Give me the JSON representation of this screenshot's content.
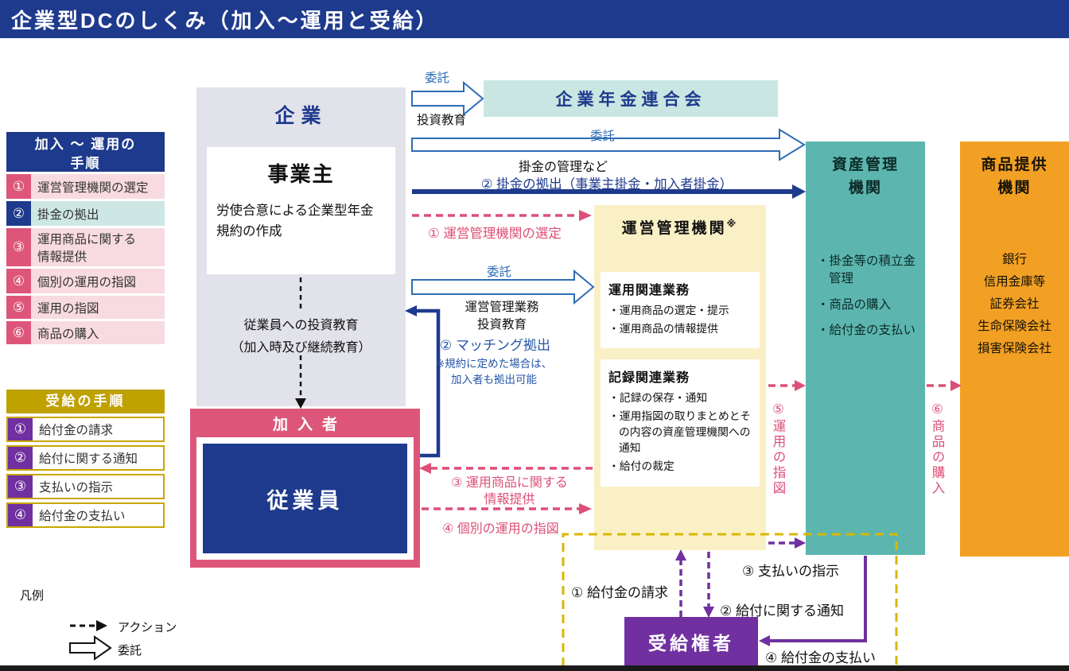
{
  "title": "企業型DCのしくみ（加入〜運用と受給）",
  "colors": {
    "navy": "#1e3a8d",
    "pink": "#dd5679",
    "light_pink": "#f8dbe1",
    "light_teal": "#cde8e4",
    "gold": "#bfa100",
    "purple": "#7030a0",
    "company_gray": "#e2e2ea",
    "federation_teal": "#c9e6e2",
    "admin_yellow": "#faf0c6",
    "asset_teal": "#5cb6af",
    "product_orange": "#f2a024",
    "arrow_blue": "#2e6db4",
    "arrow_pink": "#dd4f78",
    "dashed_gold": "#d9b800"
  },
  "join_steps": {
    "header": "加入 〜 運用の\n手順",
    "items": [
      {
        "num": "①",
        "label": "運営管理機関の選定"
      },
      {
        "num": "②",
        "label": "掛金の拠出"
      },
      {
        "num": "③",
        "label": "運用商品に関する\n情報提供"
      },
      {
        "num": "④",
        "label": "個別の運用の指図"
      },
      {
        "num": "⑤",
        "label": "運用の指図"
      },
      {
        "num": "⑥",
        "label": "商品の購入"
      }
    ]
  },
  "benefit_steps": {
    "header": "受給の手順",
    "items": [
      {
        "num": "①",
        "label": "給付金の請求"
      },
      {
        "num": "②",
        "label": "給付に関する通知"
      },
      {
        "num": "③",
        "label": "支払いの指示"
      },
      {
        "num": "④",
        "label": "給付金の支払い"
      }
    ]
  },
  "company": {
    "title": "企業",
    "owner": "事業主",
    "owner_desc": "労使合意による企業型年金\n規約の作成",
    "education": "従業員への投資教育\n（加入時及び継続教育）"
  },
  "member": {
    "header": "加入者",
    "label": "従業員"
  },
  "federation": {
    "label": "企業年金連合会"
  },
  "admin_org": {
    "title": "運営管理機関",
    "title_mark": "※",
    "operation_box": {
      "title": "運用関連業務",
      "items": [
        "運用商品の選定・提示",
        "運用商品の情報提供"
      ]
    },
    "record_box": {
      "title": "記録関連業務",
      "items": [
        "記録の保存・通知",
        "運用指図の取りまとめとその内容の資産管理機関への通知",
        "給付の裁定"
      ]
    }
  },
  "asset_org": {
    "title": "資産管理\n機関",
    "items": [
      "掛金等の積立金管理",
      "商品の購入",
      "給付金の支払い"
    ]
  },
  "product_org": {
    "title": "商品提供\n機関",
    "items": [
      "銀行",
      "信用金庫等",
      "証券会社",
      "生命保険会社",
      "損害保険会社"
    ]
  },
  "beneficiary": {
    "label": "受給権者"
  },
  "flows": {
    "entrust_federation": {
      "above": "委託",
      "below": "投資教育"
    },
    "entrust_asset": {
      "above": "委託",
      "below": "掛金の管理など"
    },
    "contribution": "② 掛金の拠出（事業主掛金・加入者掛金）",
    "select_admin": "① 運営管理機関の選定",
    "entrust_admin": {
      "above": "委託",
      "below": "運営管理業務\n投資教育"
    },
    "matching": {
      "label": "② マッチング拠出",
      "note": "※規約に定めた場合は、\n加入者も拠出可能"
    },
    "product_info": "③ 運用商品に関する\n情報提供",
    "individual_instruction": "④ 個別の運用の指図",
    "investment_instruction": "⑤運用の指図",
    "product_purchase": "⑥商品の購入",
    "benefit_claim": "① 給付金の請求",
    "benefit_notice": "② 給付に関する通知",
    "payment_instruction": "③ 支払いの指示",
    "benefit_payment": "④ 給付金の支払い"
  },
  "legend": {
    "title": "凡例",
    "action": "アクション",
    "entrust": "委託"
  }
}
